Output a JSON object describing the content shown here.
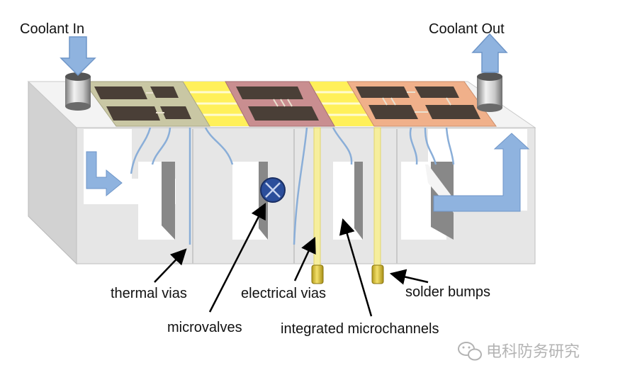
{
  "labels": {
    "coolant_in": "Coolant In",
    "coolant_out": "Coolant Out",
    "thermal_vias": "thermal vias",
    "electrical_vias": "electrical vias",
    "solder_bumps": "solder bumps",
    "microvalves": "microvalves",
    "integrated_microchannels": "integrated microchannels"
  },
  "watermark": {
    "text": "电科防务研究",
    "icon": "wechat-icon"
  },
  "colors": {
    "block_front": "#e6e6e6",
    "block_side": "#d0d0d0",
    "block_top": "#f2f2f2",
    "flow_arrow": "#8fb3df",
    "via_blue": "#8aaed8",
    "electrical_via": "#f6ee9c",
    "solder_bump": "#e8d24a",
    "chip_olive": "#c9c7a4",
    "chip_pink": "#c98e90",
    "chip_orange": "#f0b08a",
    "chip_trace": "#4a3f37",
    "yellow_band": "#fff05a",
    "microvalve": "#2b4e9b"
  }
}
